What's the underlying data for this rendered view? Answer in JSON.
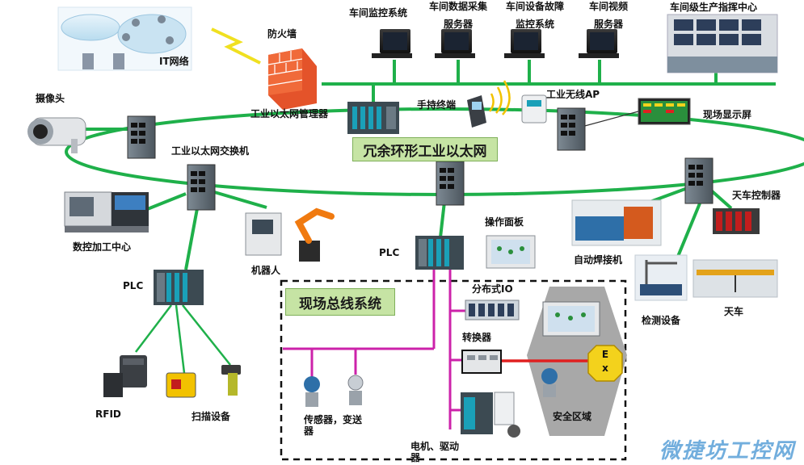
{
  "labels": {
    "it_network": "IT网络",
    "firewall": "防火墙",
    "workshop_monitor": "车间监控系统",
    "data_server_l1": "车间数据采集",
    "data_server_l2": "服务器",
    "fault_monitor_l1": "车间设备故障",
    "fault_monitor_l2": "监控系统",
    "video_server_l1": "车间视频",
    "video_server_l2": "服务器",
    "command_center": "车间级生产指挥中心",
    "camera": "摄像头",
    "eth_manager": "工业以太网管理器",
    "handheld": "手持终端",
    "wireless_ap": "工业无线AP",
    "display": "现场显示屏",
    "eth_switch": "工业以太网交换机",
    "crane_controller": "天车控制器",
    "cnc": "数控加工中心",
    "robot": "机器人",
    "operator_panel": "操作面板",
    "plc_center": "PLC",
    "welder": "自动焊接机",
    "plc_left": "PLC",
    "distributed_io": "分布式IO",
    "converter": "转换器",
    "inspection": "检测设备",
    "crane": "天车",
    "rfid": "RFID",
    "scanner": "扫描设备",
    "sensor_l1": "传感器，变送",
    "sensor_l2": "器",
    "safety_zone": "安全区域",
    "motor_l1": "电机、驱动",
    "motor_l2": "器",
    "ex_letter_1": "E",
    "ex_letter_2": "x"
  },
  "ring_title": "冗余环形工业以太网",
  "field_title": "现场总线系统",
  "watermark": "微捷坊工控网",
  "colors": {
    "ethernet": "#1fb04a",
    "fieldbus": "#cc22aa",
    "safety_link": "#e02020",
    "safety_zone_fill": "#a8a8a8",
    "ex_fill": "#f3d21c",
    "title_box": "#c6e4a4"
  },
  "icons": [
    "cloud-icon",
    "firewall-icon",
    "computer-icon",
    "control-room-icon",
    "camera-icon",
    "switch-icon",
    "handheld-icon",
    "wireless-ap-icon",
    "display-icon",
    "cnc-icon",
    "robot-icon",
    "plc-icon",
    "operator-panel-icon",
    "welder-icon",
    "crane-controller-icon",
    "inspection-icon",
    "crane-icon",
    "rfid-icon",
    "scanner-icon",
    "distributed-io-icon",
    "converter-icon",
    "sensor-icon",
    "transmitter-icon",
    "drive-icon",
    "ex-icon"
  ]
}
